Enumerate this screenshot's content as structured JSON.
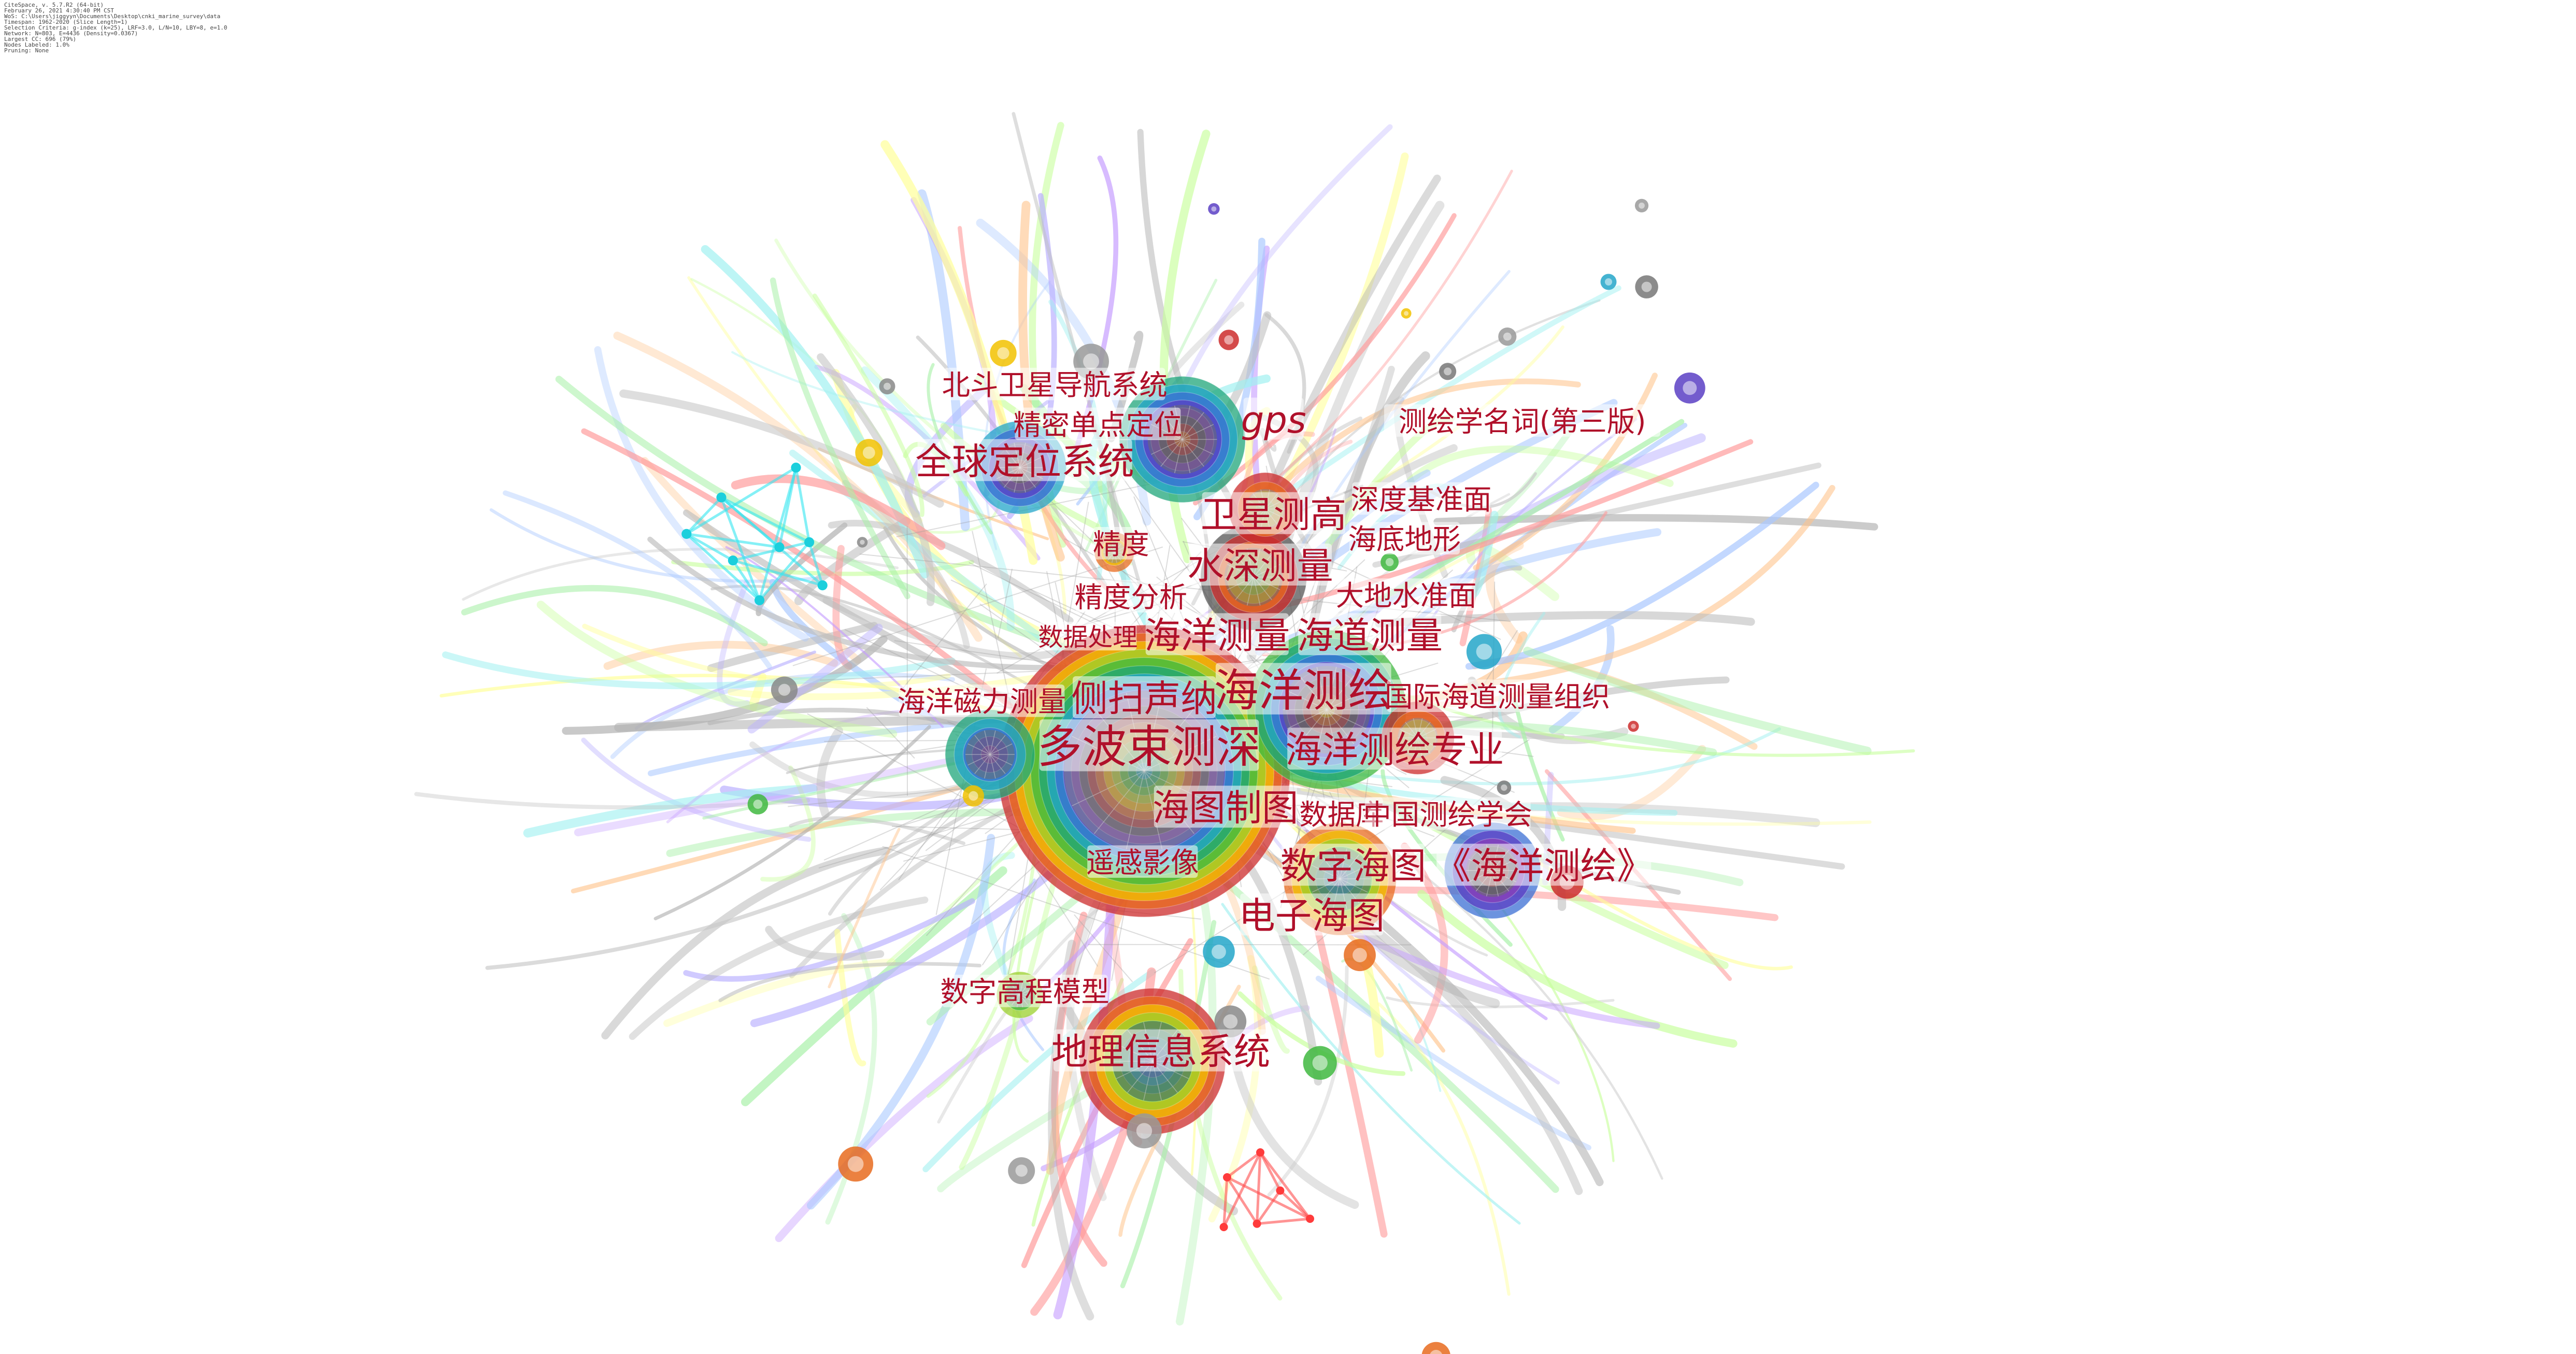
{
  "header_lines": [
    "CiteSpace, v. 5.7.R2 (64-bit)",
    "February 26, 2021 4:30:40 PM CST",
    "WoS: C:\\Users\\jiggyyn\\Documents\\Desktop\\cnki_marine_survey\\data",
    "Timespan: 1962-2020 (Slice Length=1)",
    "Selection Criteria: g-index (k=25), LRF=3.0, L/N=10, LBY=8, e=1.0",
    "Network: N=803, E=4436 (Density=0.0367)",
    "Largest CC: 696 (79%)",
    "Nodes Labeled: 1.0%",
    "Pruning: None"
  ],
  "keywords": [
    {
      "text": "北斗卫星导航系统",
      "size": "m"
    },
    {
      "text": "精密单点定位",
      "size": "m"
    },
    {
      "text": "gps",
      "size": "l"
    },
    {
      "text": "测绘学名词(第三版)",
      "size": "m"
    },
    {
      "text": "全球定位系统",
      "size": "l"
    },
    {
      "text": "卫星测高",
      "size": "l"
    },
    {
      "text": "深度基准面",
      "size": "m"
    },
    {
      "text": "海底地形",
      "size": "m"
    },
    {
      "text": "精度",
      "size": "m"
    },
    {
      "text": "水深测量",
      "size": "l"
    },
    {
      "text": "精度分析",
      "size": "m"
    },
    {
      "text": "大地水准面",
      "size": "m"
    },
    {
      "text": "数据处理",
      "size": "s"
    },
    {
      "text": "海洋测量",
      "size": "l"
    },
    {
      "text": "海道测量",
      "size": "l"
    },
    {
      "text": "海洋磁力测量",
      "size": "m"
    },
    {
      "text": "侧扫声纳",
      "size": "l"
    },
    {
      "text": "海洋测绘",
      "size": "xl"
    },
    {
      "text": "国际海道测量组织",
      "size": "m"
    },
    {
      "text": "多波束测深",
      "size": "xl"
    },
    {
      "text": "海洋测绘专业",
      "size": "l"
    },
    {
      "text": "海图制图",
      "size": "l"
    },
    {
      "text": "数据库",
      "size": "m"
    },
    {
      "text": "中国测绘学会",
      "size": "m"
    },
    {
      "text": "遥感影像",
      "size": "m"
    },
    {
      "text": "数字海图",
      "size": "l"
    },
    {
      "text": "《海洋测绘》",
      "size": "l"
    },
    {
      "text": "电子海图",
      "size": "l"
    },
    {
      "text": "数字高程模型",
      "size": "m"
    },
    {
      "text": "地理信息系统",
      "size": "l"
    }
  ]
}
